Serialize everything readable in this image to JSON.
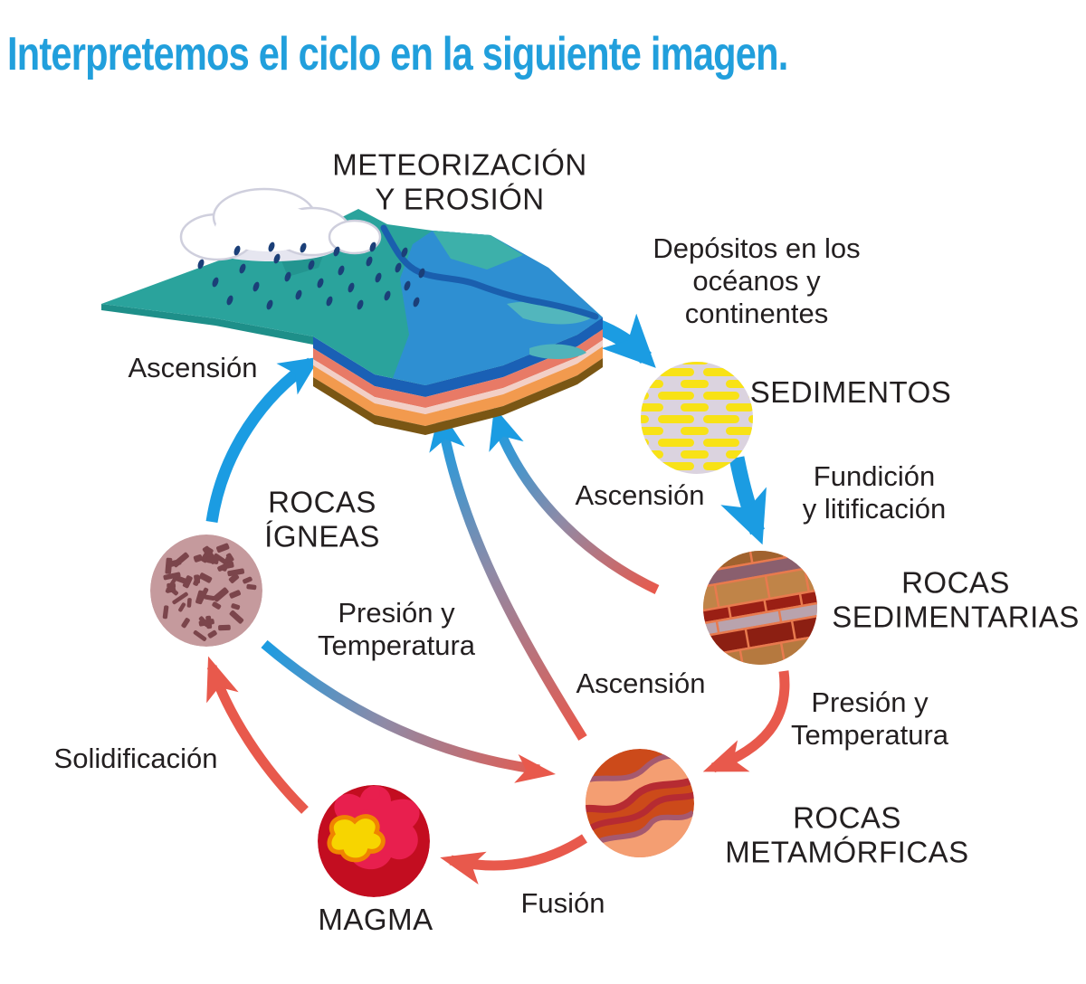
{
  "title": "Interpretemos el ciclo en la siguiente imagen.",
  "nodes": {
    "superficie": "METEORIZACIÓN\nY EROSIÓN",
    "sedimentos": "SEDIMENTOS",
    "rocas_sedimentarias": "ROCAS\nSEDIMENTARIAS",
    "rocas_metamorficas": "ROCAS\nMETAMÓRFICAS",
    "magma": "MAGMA",
    "rocas_igneas": "ROCAS\nÍGNEAS"
  },
  "processes": {
    "depositos": "Depósitos en los\nocéanos y\ncontinentes",
    "fundicion_litificacion": "Fundición\ny litificación",
    "presion_temperatura_derecha": "Presión y\nTemperatura",
    "presion_temperatura_izquierda": "Presión y\nTemperatura",
    "fusion": "Fusión",
    "solidificacion": "Solidificación",
    "ascension_izquierda": "Ascensión",
    "ascension_centro": "Ascensión",
    "ascension_inferior": "Ascensión"
  },
  "colors": {
    "title_blue": "#219fdc",
    "text_black": "#231f20",
    "arrow_blue": "#1b9ce2",
    "arrow_red": "#e8594c",
    "land_teal": "#2aa39c",
    "ocean_blue": "#2e8fd2",
    "river_blue": "#1a5fae",
    "rain_navy": "#1b3f78",
    "sediment_fill": "#dbd3df",
    "sediment_dash": "#f8e216",
    "sedimentary_fill": "#b5793f",
    "sedimentary_mortar": "#e87a4e",
    "metamorphic_fill": "#cc4a1a",
    "magma_fill": "#c30d20",
    "magma_yellow": "#f7d500",
    "igneous_fill": "#c59a9d",
    "igneous_speckle": "#7b454b"
  }
}
